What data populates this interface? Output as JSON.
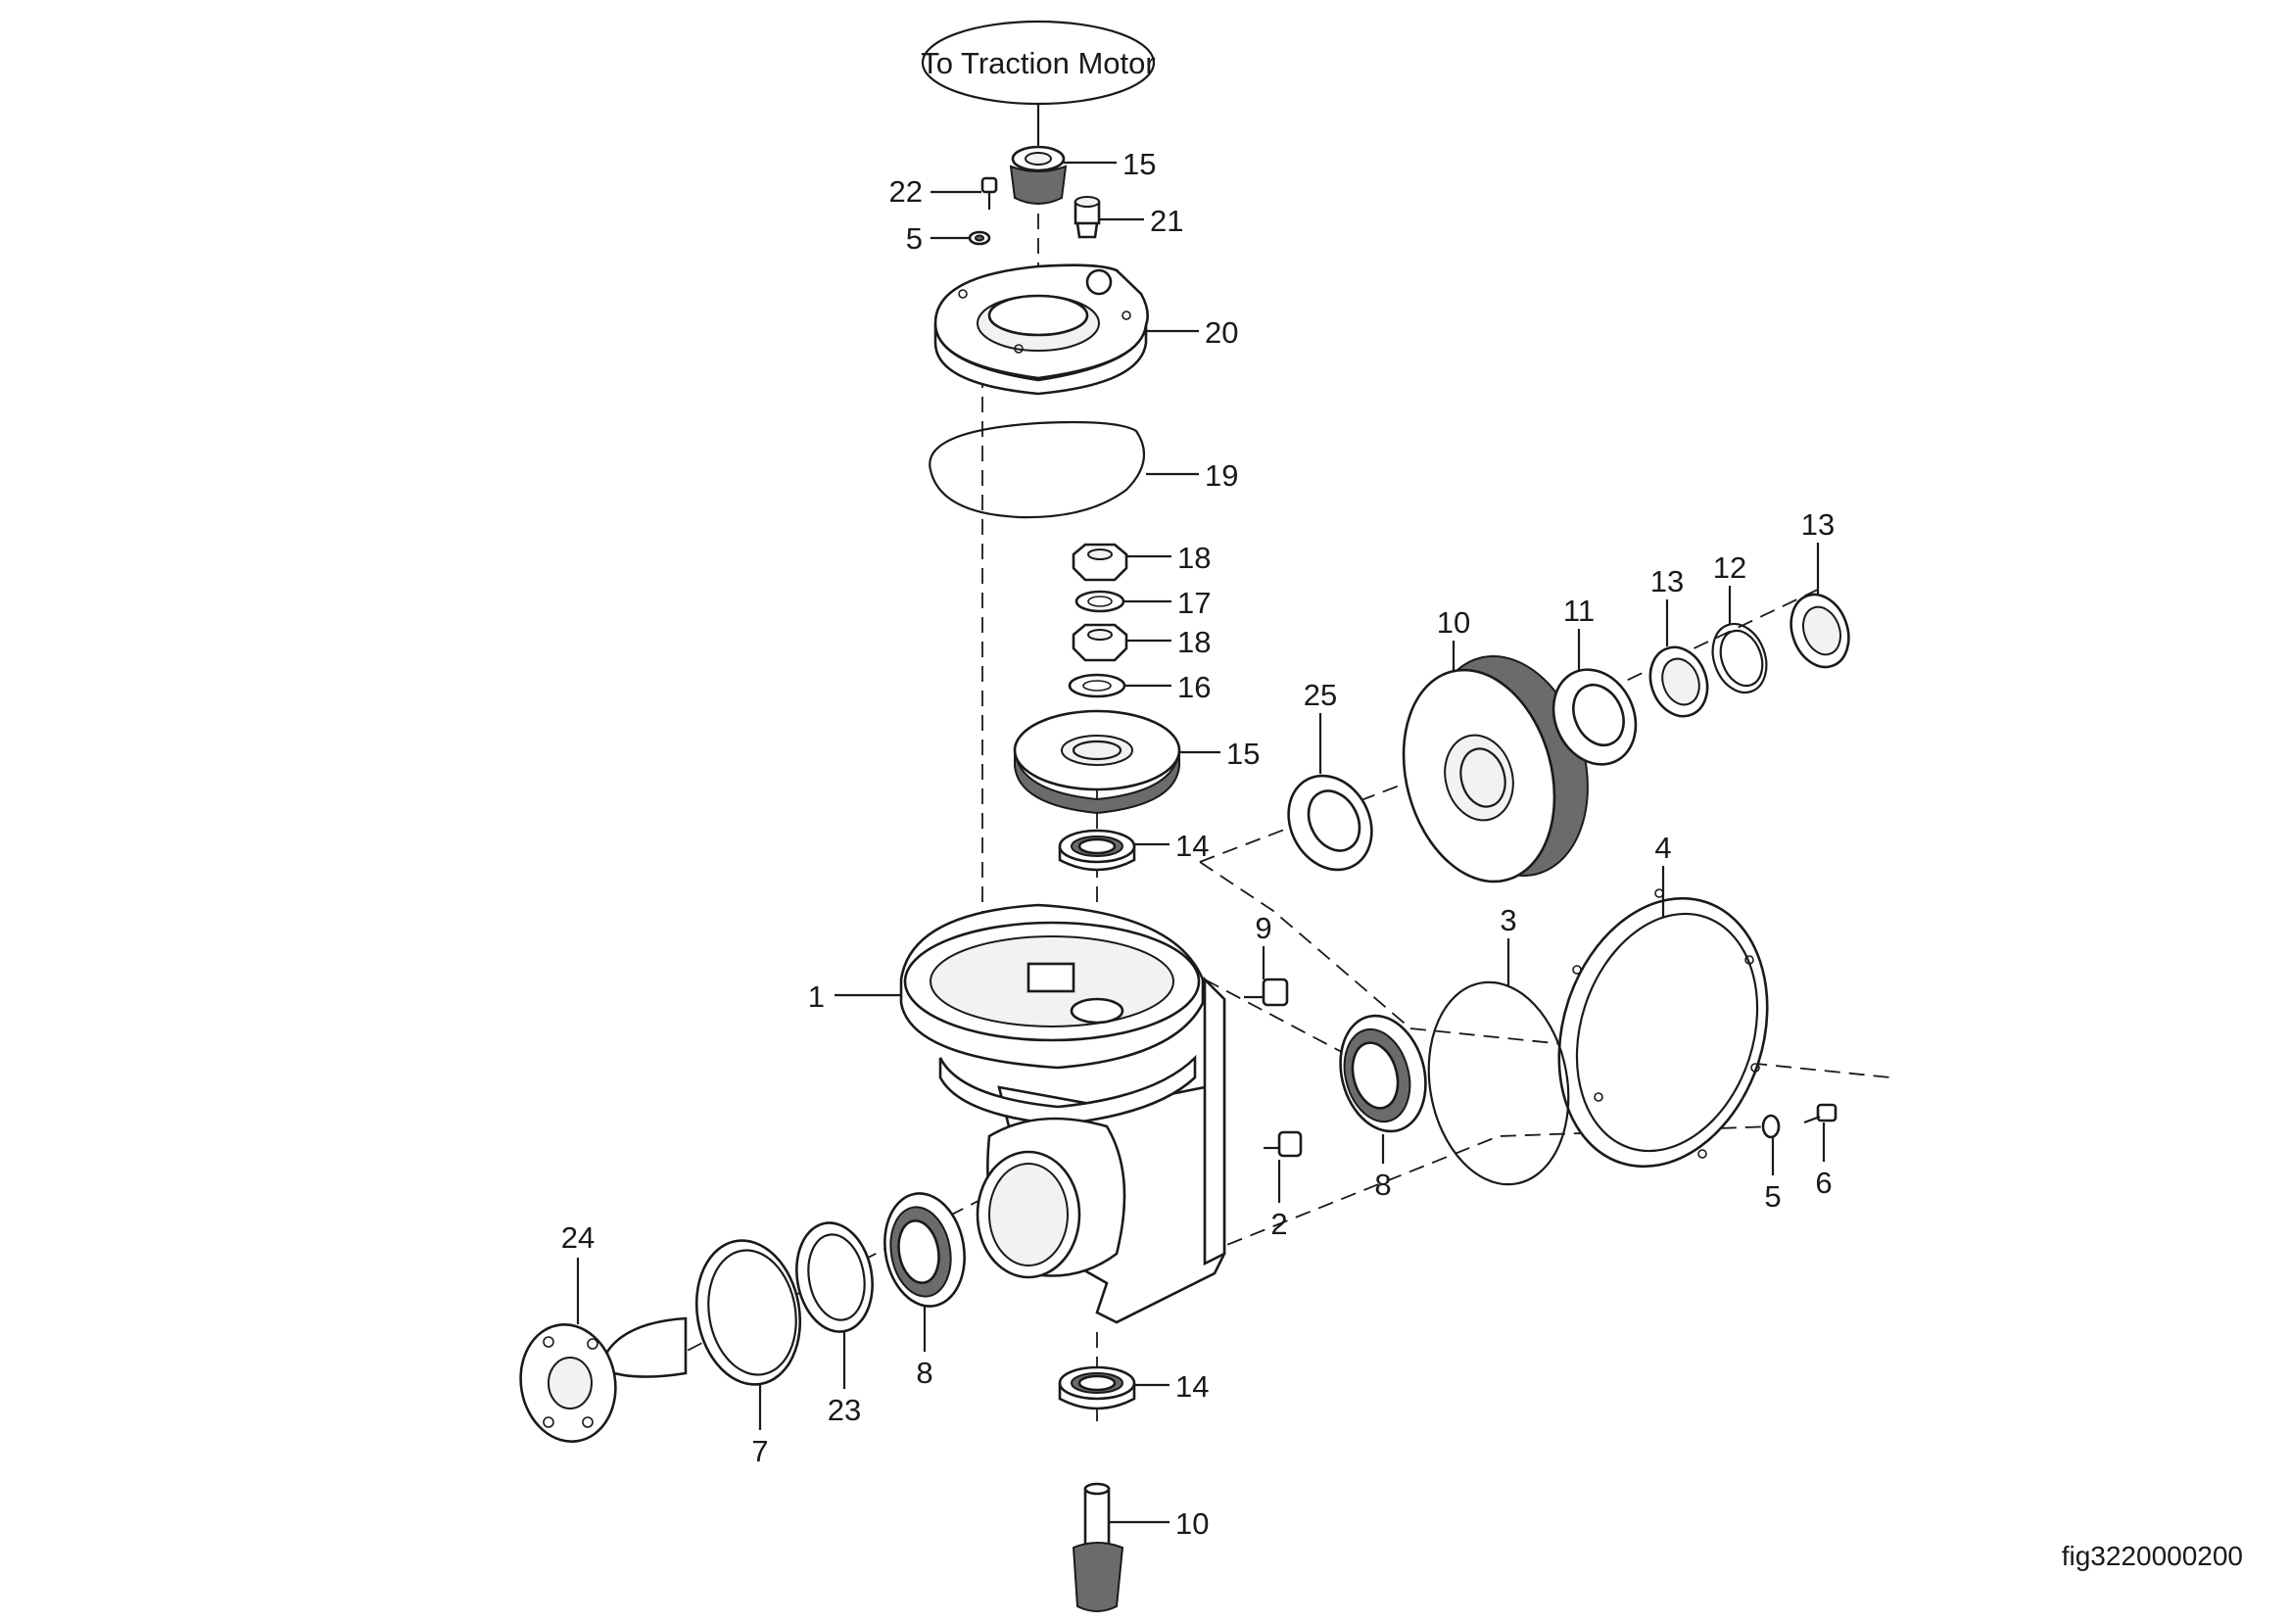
{
  "figure_id": "fig3220000200",
  "motor_label": "To Traction Motor",
  "callouts": {
    "c22": "22",
    "c5a": "5",
    "c15a": "15",
    "c21": "21",
    "c20": "20",
    "c19": "19",
    "c18a": "18",
    "c17": "17",
    "c18b": "18",
    "c16": "16",
    "c15b": "15",
    "c14a": "14",
    "c25": "25",
    "c10a": "10",
    "c11": "11",
    "c13a": "13",
    "c12": "12",
    "c13b": "13",
    "c4": "4",
    "c3": "3",
    "c9": "9",
    "c1": "1",
    "c8a": "8",
    "c2": "2",
    "c5b": "5",
    "c6": "6",
    "c24": "24",
    "c23": "23",
    "c8b": "8",
    "c7": "7",
    "c14b": "14",
    "c10b": "10"
  }
}
